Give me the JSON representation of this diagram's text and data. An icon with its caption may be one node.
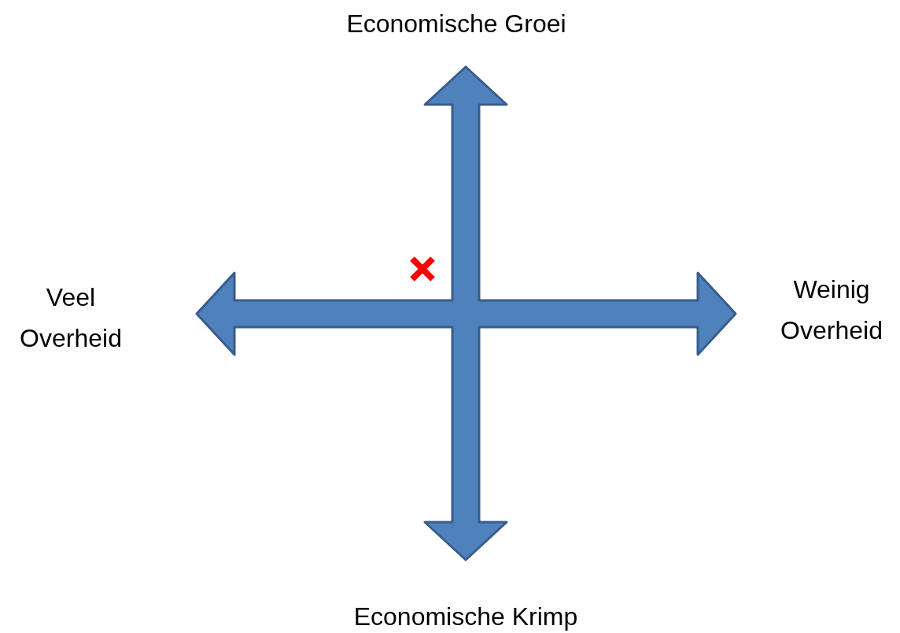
{
  "diagram": {
    "labels": [
      "Economische Groei",
      "Veel Overheid",
      "Weinig Overheid",
      "Economische Krimp"
    ]
  }
}
